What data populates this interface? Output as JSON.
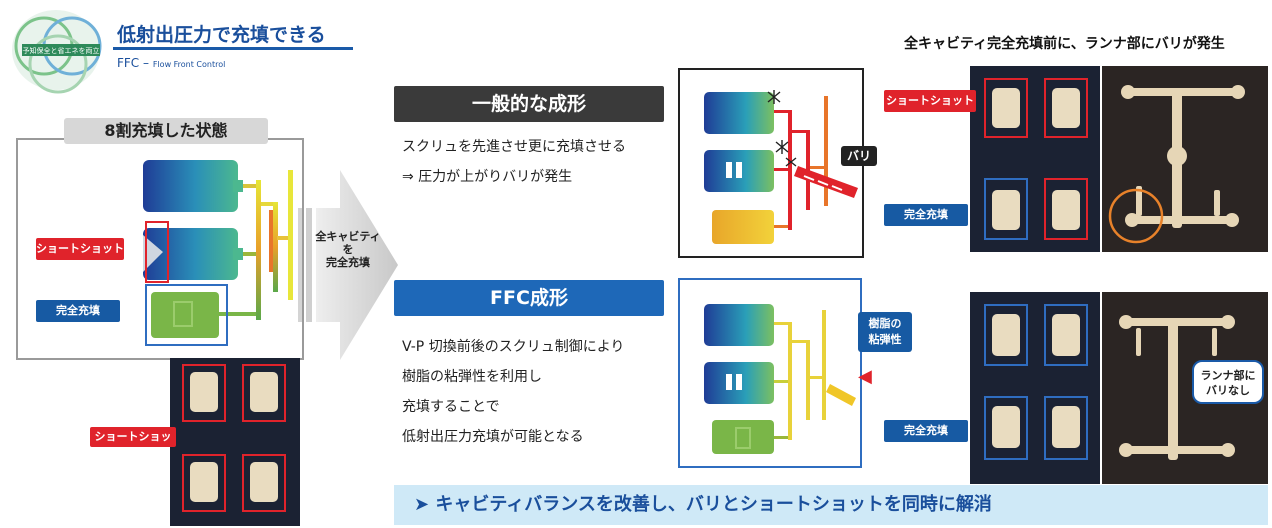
{
  "header": {
    "title": "低射出圧力で充填できる",
    "subtitle_main": "FFC",
    "subtitle_dash": "–",
    "subtitle_small": "Flow Front Control",
    "logo_text": "予知保全と省エネを両立"
  },
  "left_panel": {
    "title": "8割充填した状態",
    "short_shot_label": "ショートショット",
    "full_fill_label": "完全充填",
    "photo_short_shot_label": "ショートショット"
  },
  "arrow": {
    "line1": "全キャビティを",
    "line2": "完全充填"
  },
  "general": {
    "heading": "一般的な成形",
    "line1": "スクリュを先進させ更に充填させる",
    "line2": "⇒ 圧力が上がりバリが発生",
    "burr_label": "バリ"
  },
  "ffc": {
    "heading": "FFC成形",
    "line1": "V-P 切換前後のスクリュ制御により",
    "line2": "樹脂の粘弾性を利用し",
    "line3": "充填することで",
    "line4": "低射出圧力充填が可能となる",
    "resin_label_1": "樹脂の",
    "resin_label_2": "粘弾性"
  },
  "right_top": {
    "note": "全キャビティ完全充填前に、ランナ部にバリが発生",
    "short_shot_label": "ショートショット",
    "full_fill_label": "完全充填"
  },
  "right_bottom": {
    "full_fill_label": "完全充填",
    "runner_note_1": "ランナ部に",
    "runner_note_2": "バリなし"
  },
  "banner": {
    "arrow": "➤",
    "text": "キャビティバランスを改善し、バリとショートショットを同時に解消"
  },
  "colors": {
    "brand_blue": "#1a4f9c",
    "tag_red": "#e0232b",
    "tag_blue": "#175aa3",
    "general_heading": "#3a3a3a",
    "ffc_heading": "#1e68b8",
    "banner_bg": "#cfe9f7"
  }
}
